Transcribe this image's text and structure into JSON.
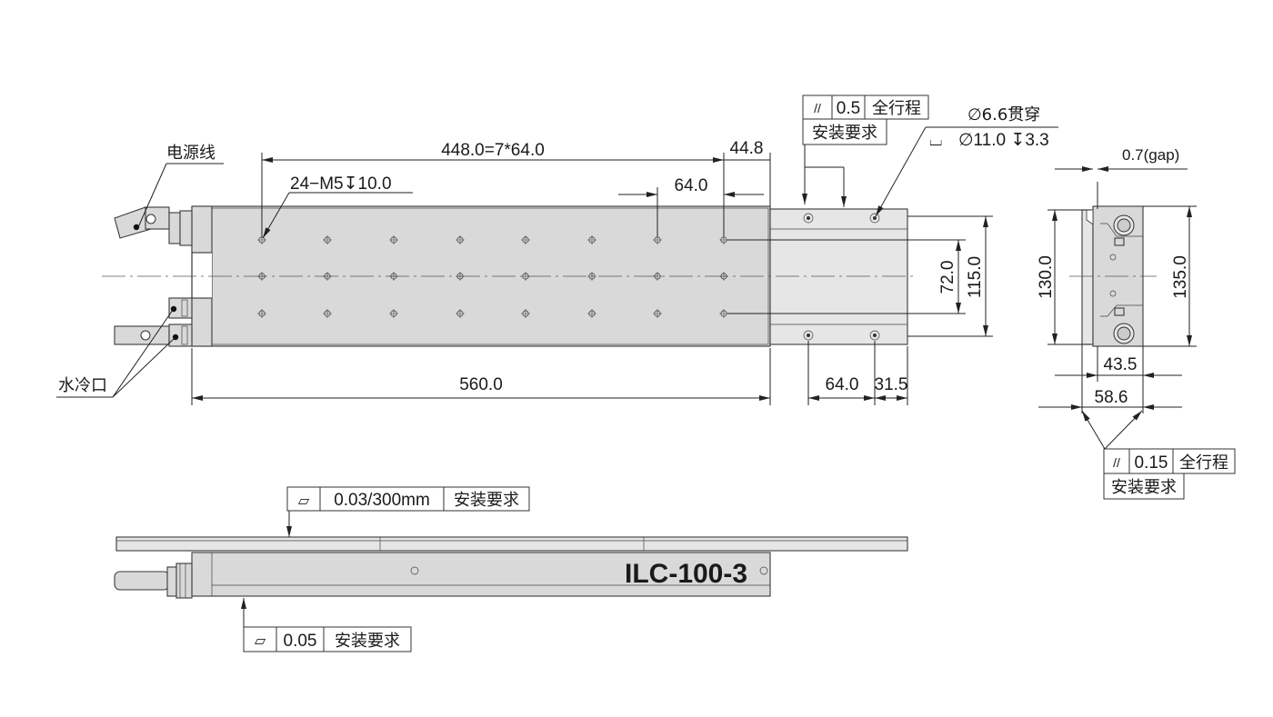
{
  "labels": {
    "power_cable": "电源线",
    "water_cooling": "水冷口",
    "model": "ILC-100-3"
  },
  "dimensions": {
    "pitch_total": "448.0=7*64.0",
    "end_offset": "44.8",
    "tapped_holes": "24−M5",
    "tapped_depth": "10.0",
    "pitch": "64.0",
    "length": "560.0",
    "hole_row": "72.0",
    "rail_width": "115.0",
    "carriage_pitch": "64.0",
    "carriage_edge": "31.5",
    "thru_hole": "∅6.6贯穿",
    "cbore_dia": "∅11.0",
    "cbore_depth": "3.3",
    "gap": "0.7(gap)",
    "end_height_left": "130.0",
    "end_height_right": "135.0",
    "end_width_a": "43.5",
    "end_width_b": "58.6"
  },
  "tolerances": {
    "parallel_top": {
      "value": "0.5",
      "note": "全行程",
      "req": "安装要求"
    },
    "parallel_end": {
      "value": "0.15",
      "note": "全行程",
      "req": "安装要求"
    },
    "flat_rail": {
      "value": "0.03/300mm",
      "req": "安装要求"
    },
    "flat_base": {
      "value": "0.05",
      "req": "安装要求"
    }
  },
  "symbols": {
    "parallelism": "//",
    "flatness": "▱",
    "depth": "↧",
    "counterbore": "⌴"
  }
}
